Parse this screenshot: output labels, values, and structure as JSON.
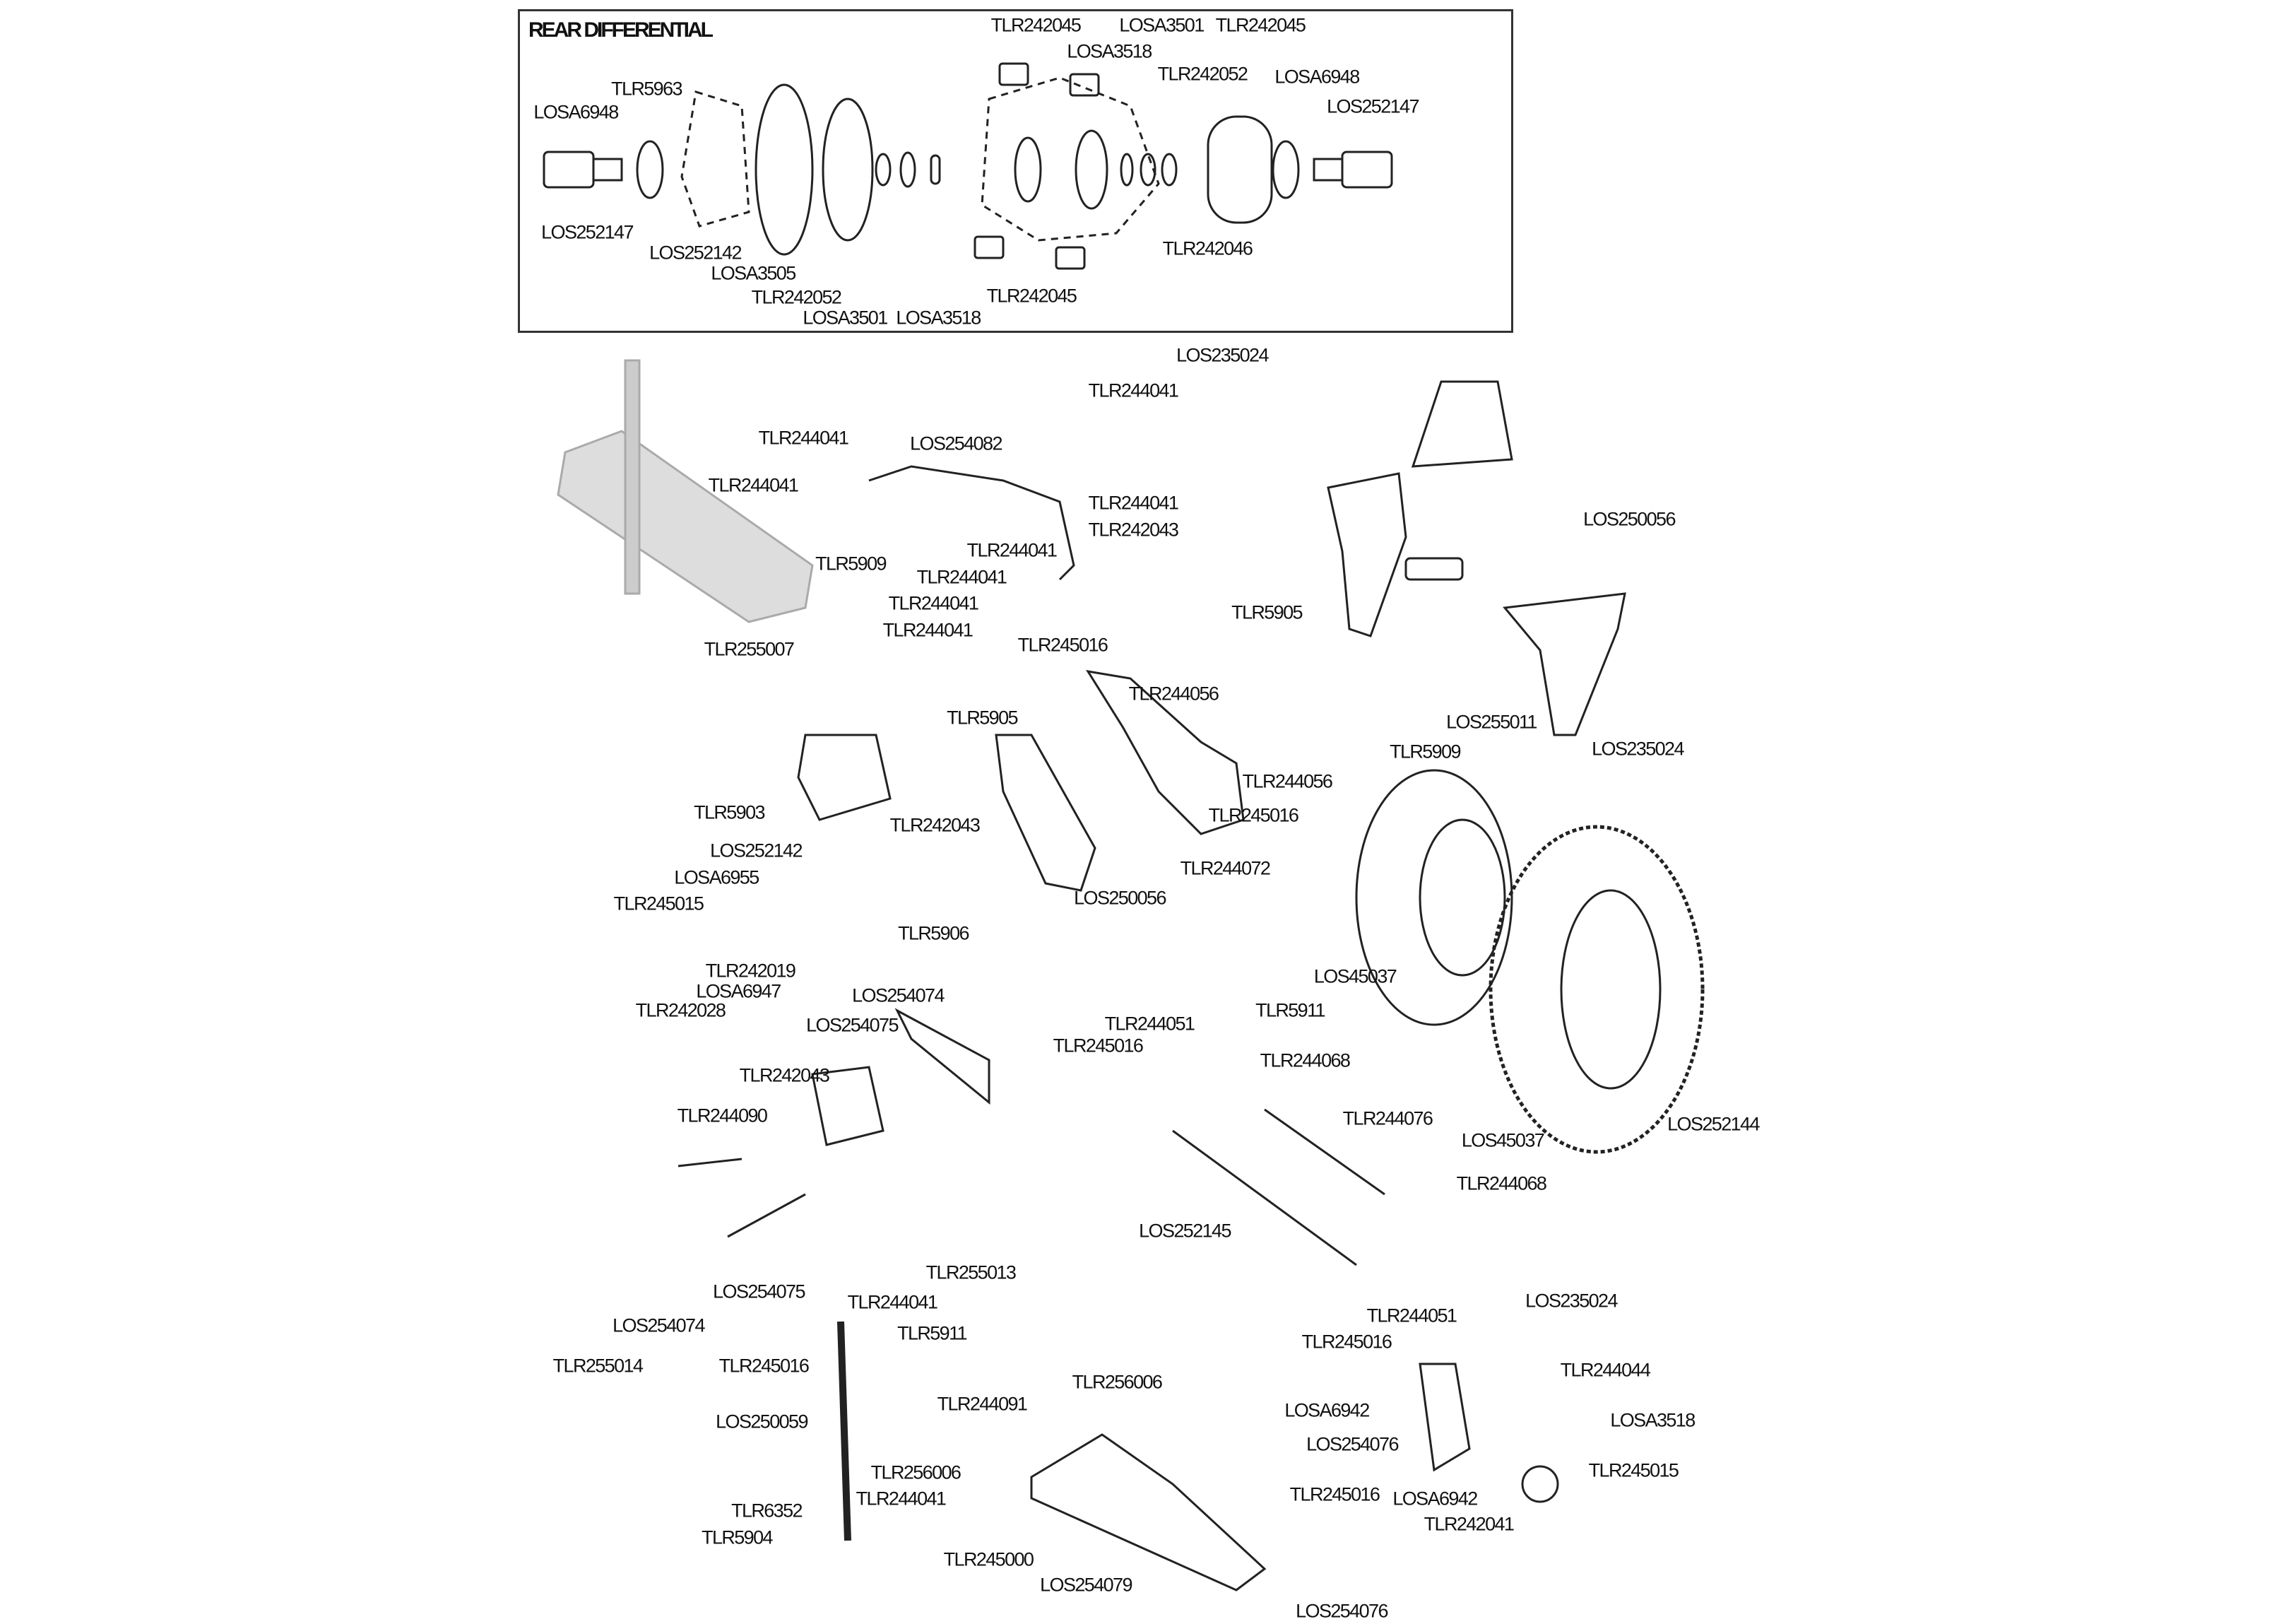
{
  "diagram": {
    "section_title": "REAR DIFFERENTIAL",
    "differential_labels": [
      "TLR242045",
      "LOSA3501",
      "TLR242045",
      "LOSA3518",
      "TLR242052",
      "LOSA6948",
      "LOS252147",
      "TLR5963",
      "LOSA6948",
      "LOS252147",
      "LOS252142",
      "LOSA3505",
      "TLR242052",
      "LOSA3501",
      "LOSA3518",
      "TLR242046",
      "TLR242045"
    ],
    "assembly_labels": [
      "LOS235024",
      "TLR244041",
      "TLR244041",
      "LOS254082",
      "TLR244041",
      "TLR244041",
      "TLR242043",
      "LOS250056",
      "TLR244041",
      "TLR5909",
      "TLR244041",
      "TLR244041",
      "TLR244041",
      "TLR5905",
      "TLR245016",
      "TLR255007",
      "TLR244056",
      "LOS255011",
      "TLR5905",
      "TLR5909",
      "LOS235024",
      "TLR244056",
      "TLR5903",
      "TLR245016",
      "TLR242043",
      "LOS252142",
      "TLR244072",
      "LOSA6955",
      "LOS250056",
      "TLR245015",
      "TLR5906",
      "LOS45037",
      "TLR242019",
      "LOSA6947",
      "TLR242028",
      "LOS254074",
      "LOS254075",
      "TLR244051",
      "TLR5911",
      "TLR245016",
      "TLR244068",
      "TLR242043",
      "TLR244090",
      "TLR244076",
      "LOS45037",
      "LOS252144",
      "TLR244068",
      "LOS252145",
      "TLR255013",
      "LOS254075",
      "LOS235024",
      "TLR244041",
      "TLR244051",
      "LOS254074",
      "TLR245016",
      "TLR5911",
      "TLR244044",
      "TLR255014",
      "TLR245016",
      "LOSA6942",
      "TLR256006",
      "TLR244091",
      "LOSA3518",
      "LOS250059",
      "LOS254076",
      "TLR245015",
      "TLR256006",
      "TLR245016",
      "LOSA6942",
      "TLR244041",
      "TLR6352",
      "TLR242041",
      "TLR5904",
      "TLR245000",
      "LOS254079",
      "LOS254076"
    ]
  }
}
